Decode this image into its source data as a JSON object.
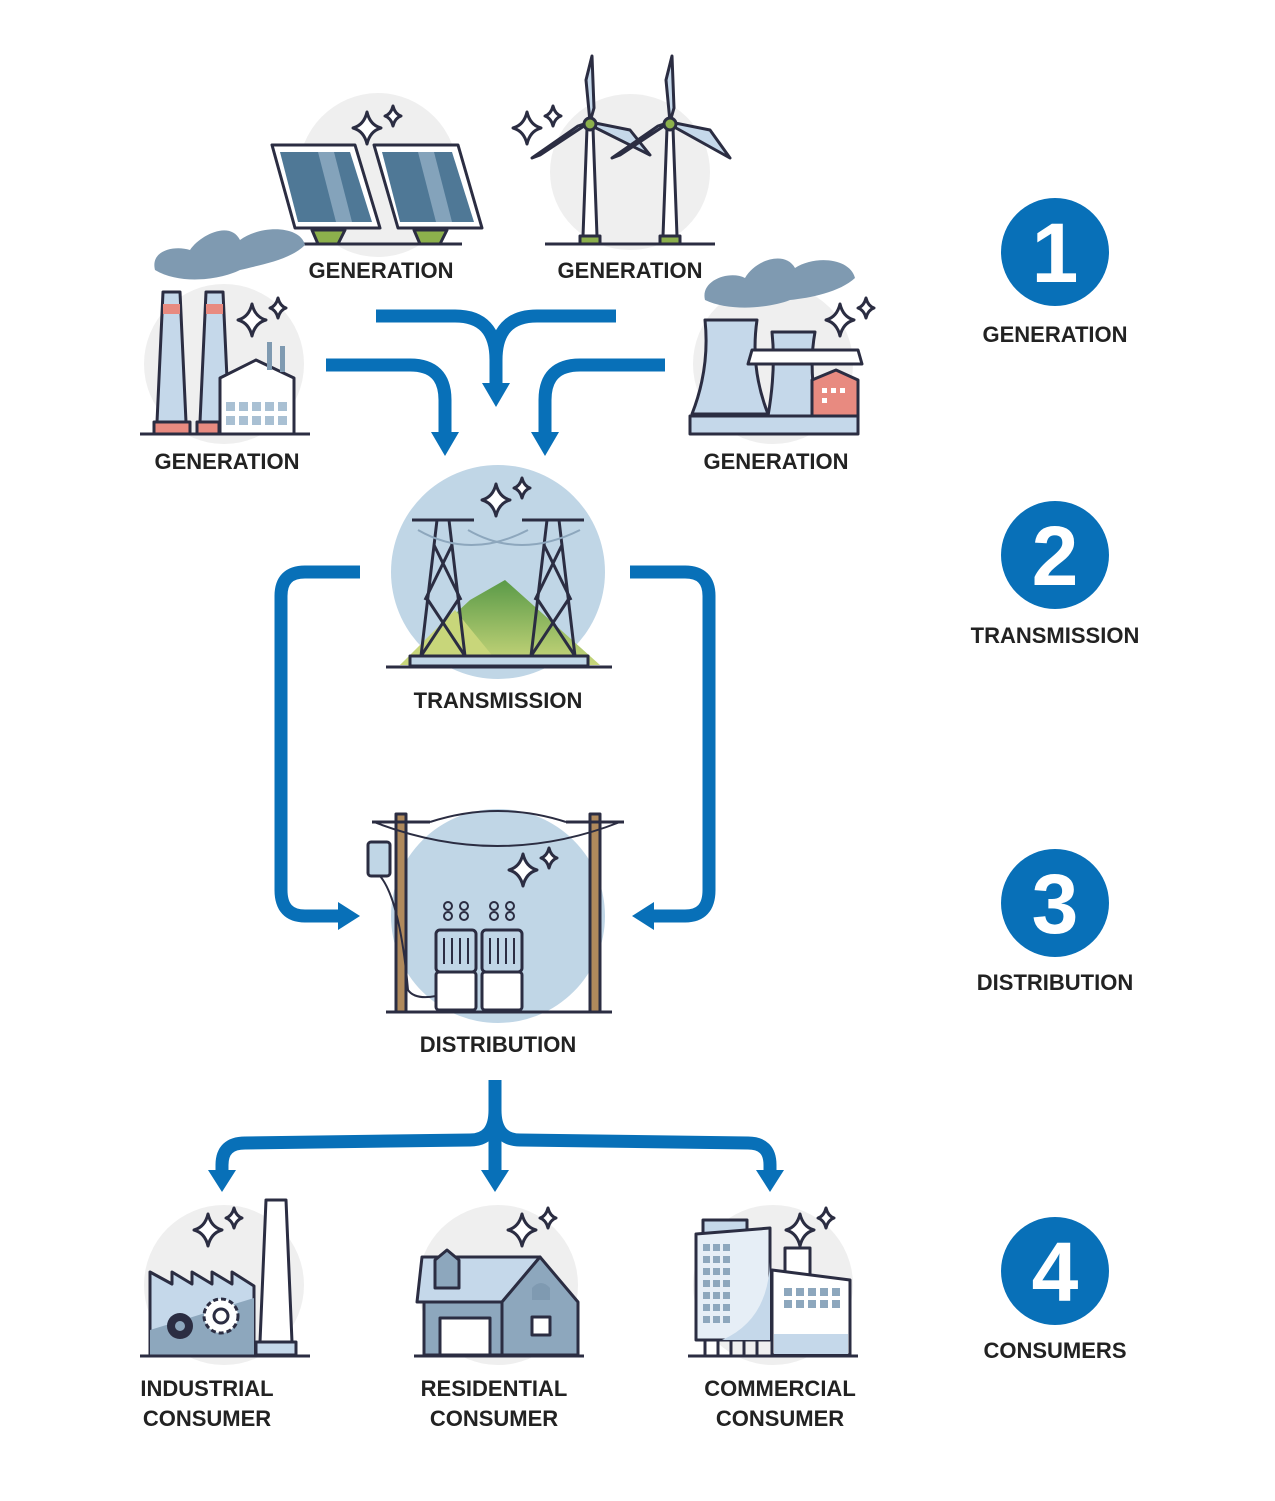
{
  "colors": {
    "accent": "#0870b8",
    "outline": "#2b2d42",
    "backdrop": "#efefef",
    "transmission_backdrop": "#c0d6e6"
  },
  "nodes": {
    "solar": {
      "label": "GENERATION",
      "icon": "solar-panel-icon"
    },
    "wind": {
      "label": "GENERATION",
      "icon": "wind-turbine-icon"
    },
    "fossil": {
      "label": "GENERATION",
      "icon": "fossil-power-plant-icon"
    },
    "nuclear": {
      "label": "GENERATION",
      "icon": "nuclear-power-plant-icon"
    },
    "transmission": {
      "label": "TRANSMISSION",
      "icon": "transmission-tower-icon"
    },
    "distribution": {
      "label": "DISTRIBUTION",
      "icon": "distribution-substation-icon"
    },
    "industrial": {
      "label_line1": "INDUSTRIAL",
      "label_line2": "CONSUMER",
      "icon": "factory-icon"
    },
    "residential": {
      "label_line1": "RESIDENTIAL",
      "label_line2": "CONSUMER",
      "icon": "house-icon"
    },
    "commercial": {
      "label_line1": "COMMERCIAL",
      "label_line2": "CONSUMER",
      "icon": "office-building-icon"
    }
  },
  "legend": [
    {
      "number": "1",
      "label": "GENERATION"
    },
    {
      "number": "2",
      "label": "TRANSMISSION"
    },
    {
      "number": "3",
      "label": "DISTRIBUTION"
    },
    {
      "number": "4",
      "label": "CONSUMERS"
    }
  ]
}
